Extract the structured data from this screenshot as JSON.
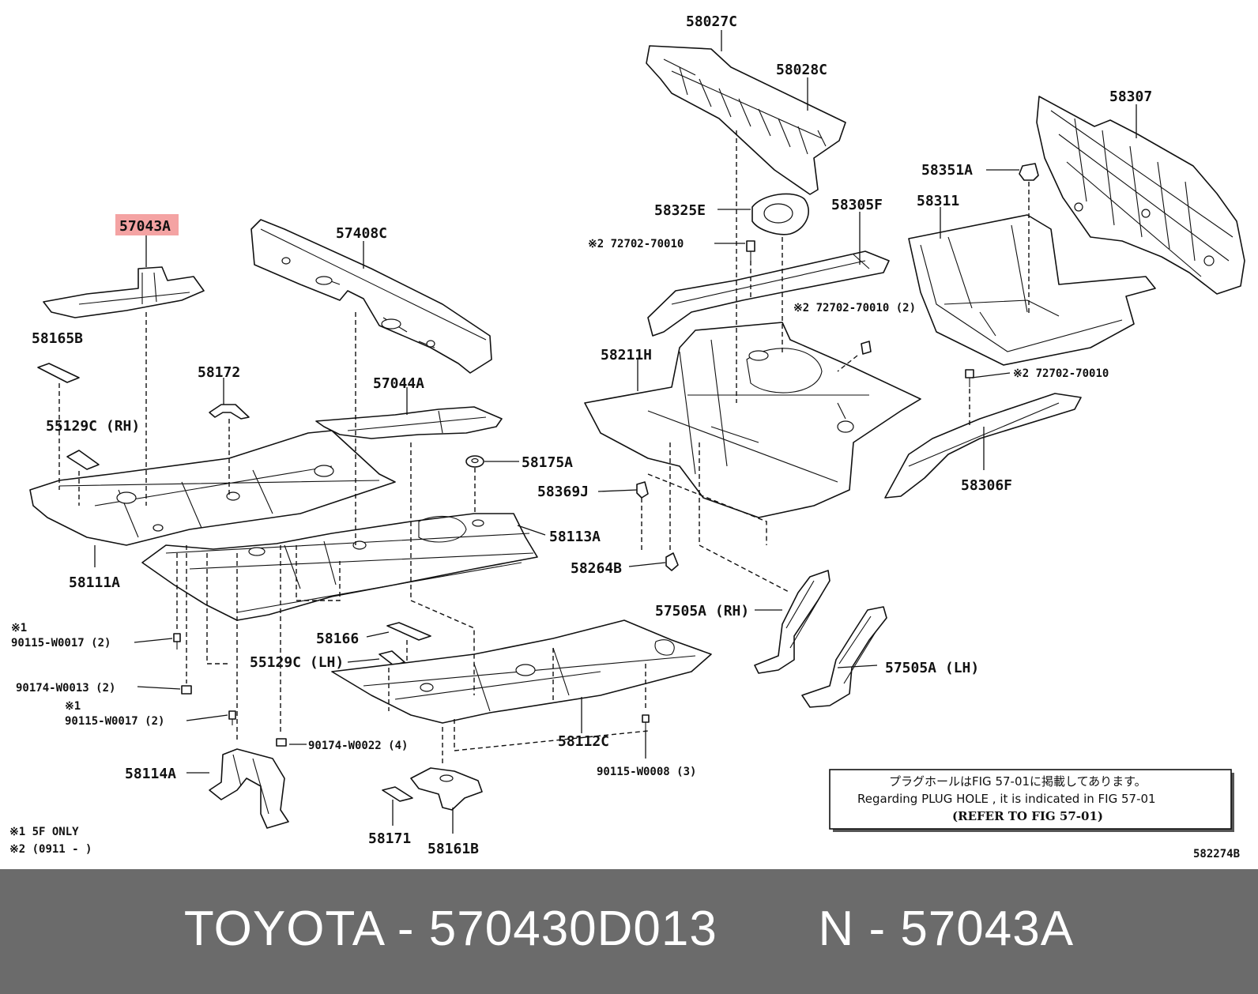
{
  "labels": {
    "p58027C": "58027C",
    "p58028C": "58028C",
    "p58307": "58307",
    "p58351A": "58351A",
    "p58311": "58311",
    "p58325E": "58325E",
    "p58305F": "58305F",
    "bolt1": "※2 72702-70010",
    "bolt2": "※2 72702-70010 (2)",
    "bolt3": "※2 72702-70010",
    "p57043A": "57043A",
    "p57408C": "57408C",
    "p58165B": "58165B",
    "p58172": "58172",
    "p57044A": "57044A",
    "p55129C_RH": "55129C (RH)",
    "p58211H": "58211H",
    "p58175A": "58175A",
    "p58369J": "58369J",
    "p58306F": "58306F",
    "p58113A": "58113A",
    "p58111A": "58111A",
    "p58264B": "58264B",
    "p57505A_RH": "57505A (RH)",
    "p57505A_LH": "57505A (LH)",
    "mark1a": "※1",
    "f90115_W0017_a": "90115-W0017 (2)",
    "p58166": "58166",
    "p55129C_LH": "55129C (LH)",
    "f90174_W0013": "90174-W0013 (2)",
    "mark1b": "※1",
    "f90115_W0017_b": "90115-W0017 (2)",
    "p58112C": "58112C",
    "f90174_W0022": "90174-W0022 (4)",
    "f90115_W0008": "90115-W0008 (3)",
    "p58114A": "58114A",
    "p58171": "58171",
    "p58161B": "58161B",
    "note1": "※1 5F ONLY",
    "note2": "※2 (0911 -        )",
    "fig_code": "582274B"
  },
  "notice": {
    "line_jp": "プラグホールはFIG 57-01に掲載してあります。",
    "line_en": "Regarding  PLUG  HOLE , it is indicated in FIG  57-01",
    "line_ref": "(REFER TO FIG 57-01)"
  },
  "highlight": {
    "part": "57043A",
    "color": "#f4a3a3"
  },
  "footer": {
    "text": "TOYOTA - 570430D013       N - 57043A",
    "background": "#6b6b6b",
    "color": "#ffffff"
  }
}
